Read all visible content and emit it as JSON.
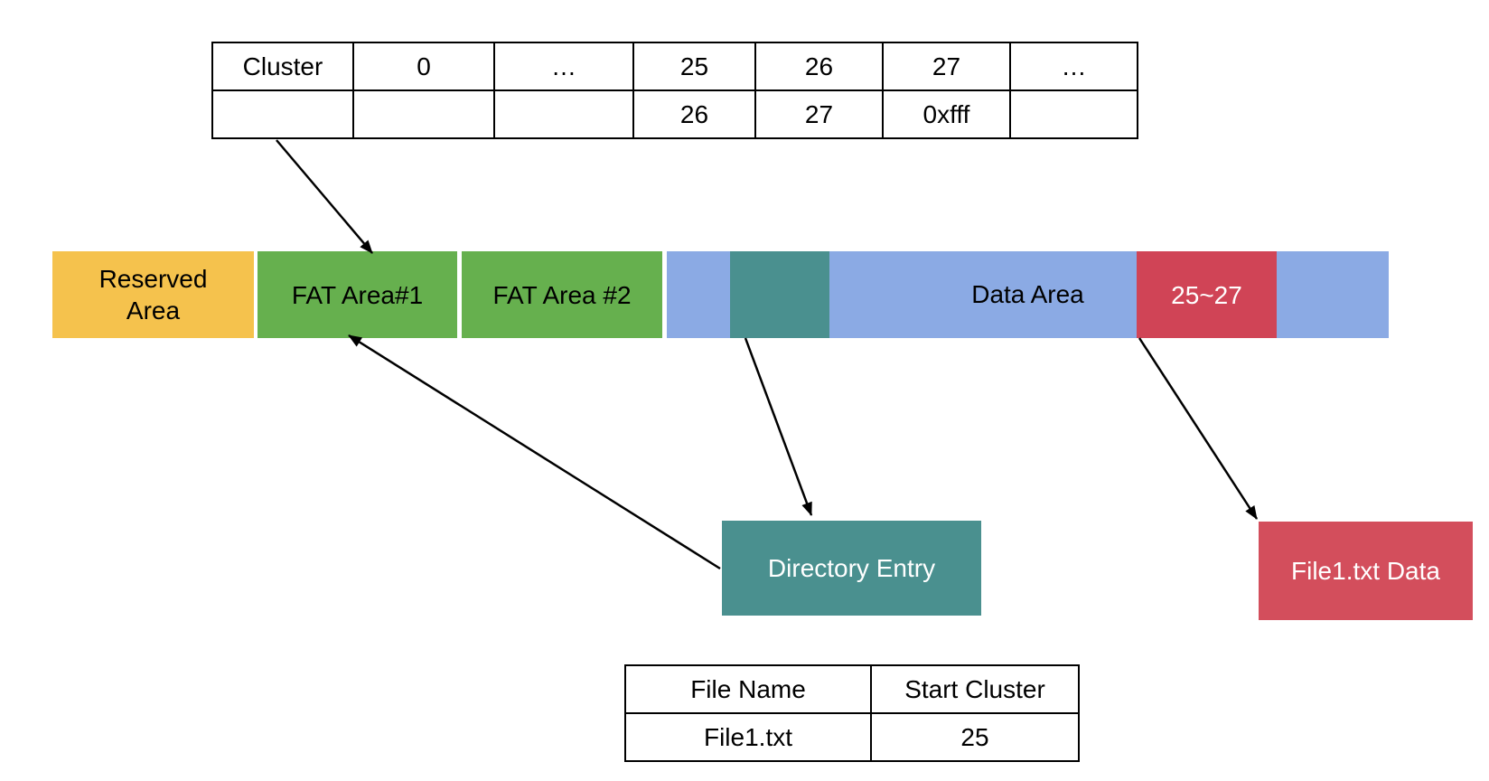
{
  "colors": {
    "orange": "#F5C24D",
    "green": "#66B04E",
    "blue": "#8BAAE4",
    "teal": "#4A908F",
    "red_bar": "#D04456",
    "red_box": "#D34E5C"
  },
  "fat_table": {
    "rows": [
      [
        "Cluster",
        "0",
        "…",
        "25",
        "26",
        "27",
        "…"
      ],
      [
        "",
        "",
        "",
        "26",
        "27",
        "0xfff",
        ""
      ]
    ]
  },
  "disk_bar": {
    "reserved_label": "Reserved Area",
    "fat1_label": "FAT Area#1",
    "fat2_label": "FAT Area #2",
    "data_area_label": "Data Area",
    "cluster_range_label": "25~27"
  },
  "directory_entry_box": {
    "label": "Directory Entry"
  },
  "file_data_box": {
    "label": "File1.txt Data"
  },
  "file_table": {
    "headers": [
      "File Name",
      "Start Cluster"
    ],
    "rows": [
      [
        "File1.txt",
        "25"
      ]
    ]
  }
}
